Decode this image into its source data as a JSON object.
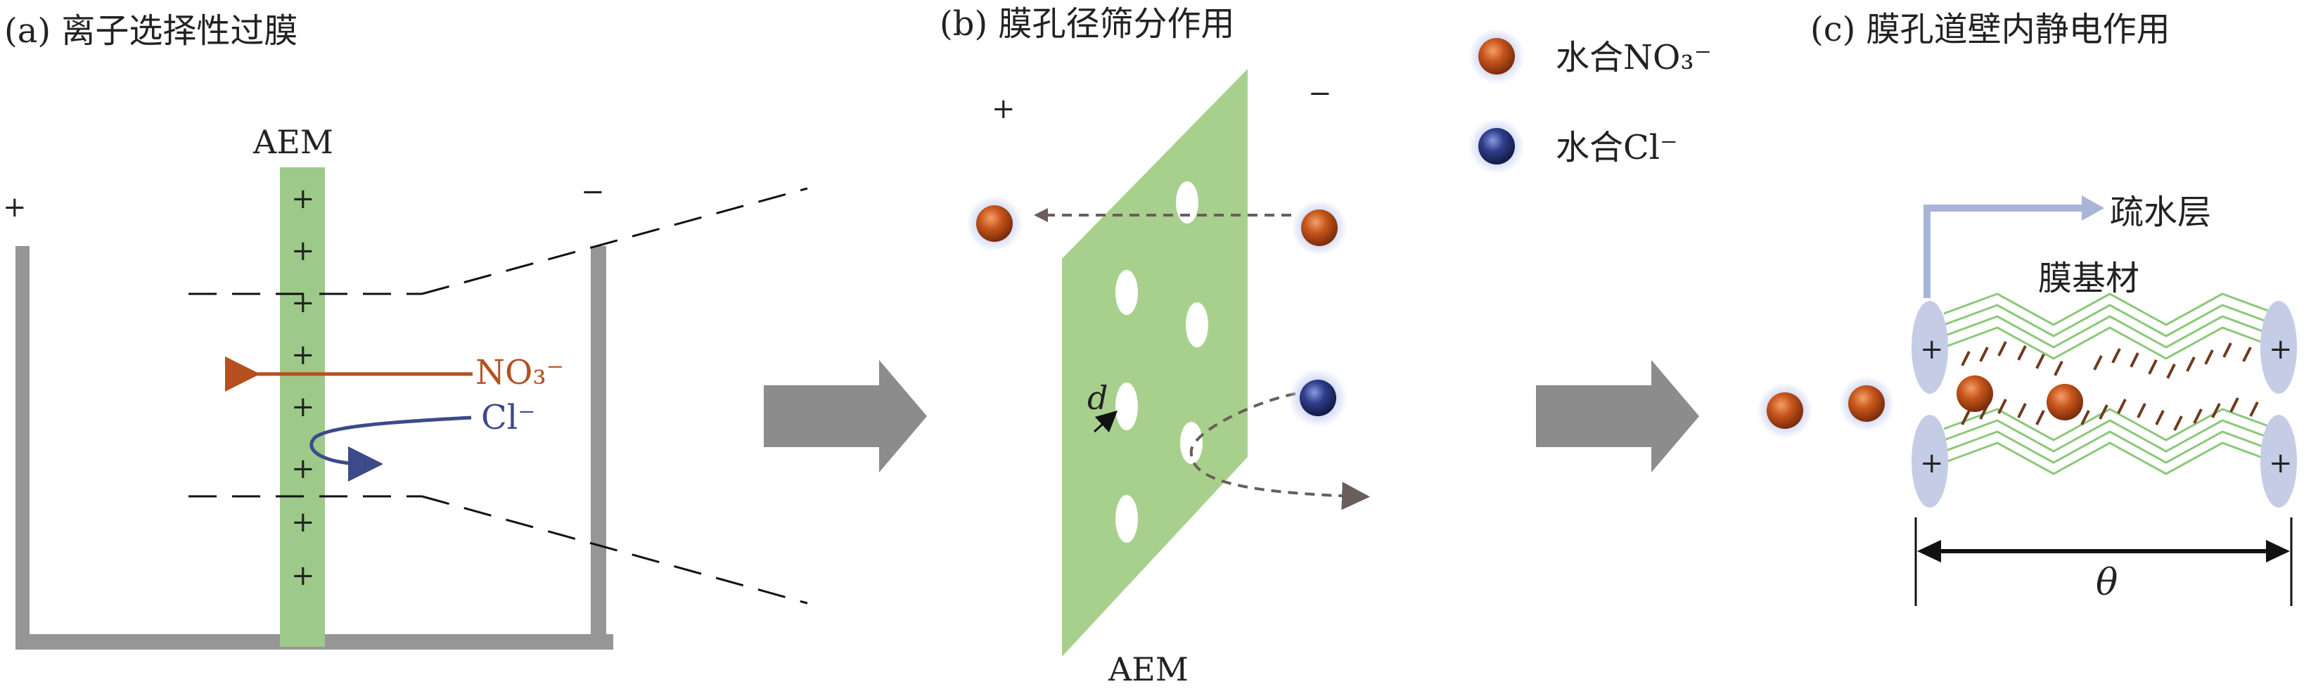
{
  "panel_a": {
    "caption": "(a)  离子选择性过膜",
    "membrane_label": "AEM",
    "plus_left": "+",
    "minus_right": "−",
    "membrane_charges": [
      "+",
      "+",
      "+",
      "+",
      "+",
      "+",
      "+",
      "+"
    ],
    "ion_no3_label": "NO₃⁻",
    "ion_cl_label": "Cl⁻",
    "colors": {
      "membrane": "#9dc98a",
      "tank": "#969696",
      "no3_arrow": "#b5501e",
      "cl_arrow": "#3c4a8a"
    }
  },
  "panel_b": {
    "caption": "(b)  膜孔径筛分作用",
    "plus_left": "+",
    "minus_right": "−",
    "pore_label": "d",
    "membrane_label": "AEM"
  },
  "legend": {
    "items": [
      {
        "label": "水合NO₃⁻",
        "color": "#c0501a"
      },
      {
        "label": "水合Cl⁻",
        "color": "#2a3c8a"
      }
    ]
  },
  "panel_c": {
    "caption": "(c)  膜孔道壁内静电作用",
    "hydrophobic_label": "疏水层",
    "substrate_label": "膜基材",
    "width_label": "θ",
    "charges": [
      "+",
      "+",
      "+",
      "+"
    ]
  }
}
